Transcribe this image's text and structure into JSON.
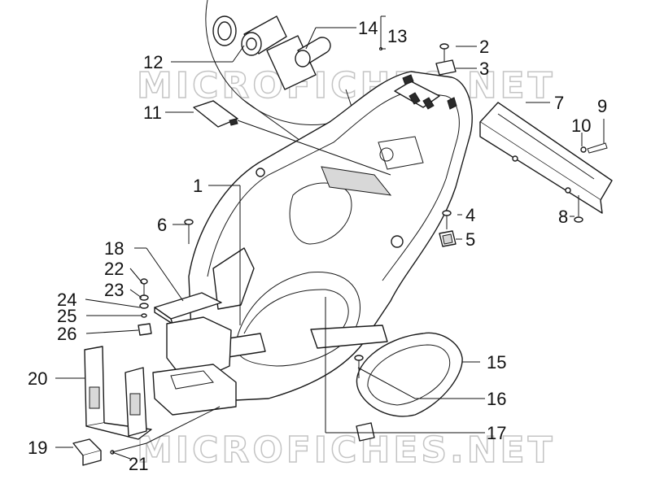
{
  "watermark": {
    "text": "MICROFICHES.NET"
  },
  "callouts": [
    "1",
    "2",
    "3",
    "4",
    "5",
    "6",
    "7",
    "8",
    "9",
    "10",
    "11",
    "12",
    "13",
    "14",
    "15",
    "16",
    "17",
    "18",
    "19",
    "20",
    "21",
    "22",
    "23",
    "24",
    "25",
    "26"
  ],
  "colors": {
    "line": "#111111",
    "watermark": "#c4c4c4",
    "background": "#ffffff"
  }
}
